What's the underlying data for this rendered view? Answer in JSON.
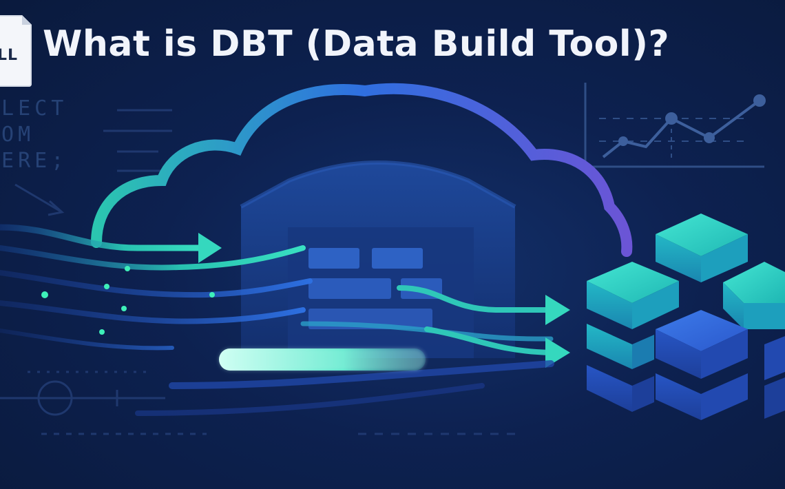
{
  "header": {
    "title": "What is DBT (Data Build Tool)?",
    "badge_text": "LL"
  },
  "code_snippet": {
    "lines": [
      "ELECT",
      "ROM",
      "HERE;"
    ]
  },
  "colors": {
    "background": "#0b1b3f",
    "title_text": "#f1f4fb",
    "teal_accent": "#2fd3b4",
    "blue_accent": "#2b64d8",
    "purple_accent": "#6b55d6",
    "code_text": "#2f4f86"
  },
  "icons": {
    "cloud": "cloud-icon",
    "warehouse": "warehouse-icon",
    "cubes": "data-cubes-icon",
    "chart": "line-chart-icon",
    "arrows": "data-flow-arrow-icon"
  }
}
